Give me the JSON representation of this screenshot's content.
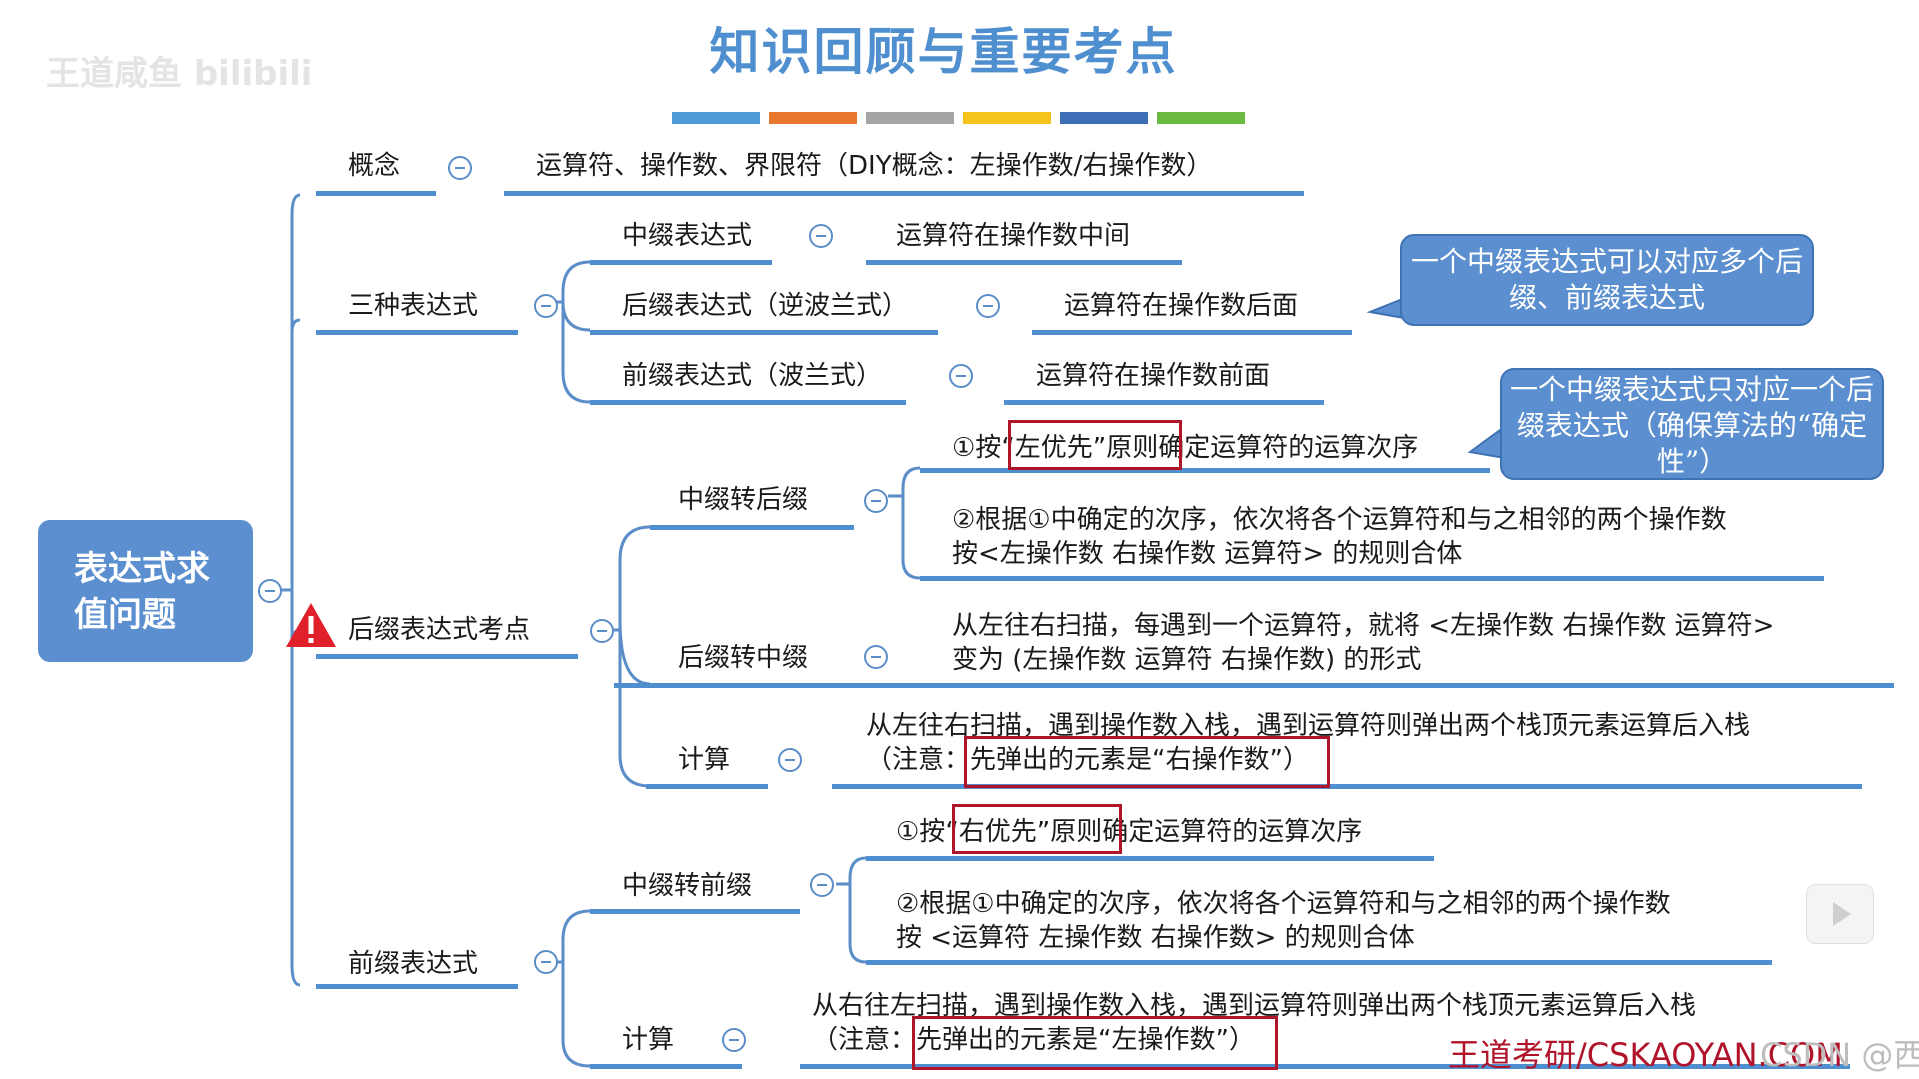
{
  "title": "知识回顾与重要考点",
  "watermark": "王道咸鱼 bilibili",
  "palette": [
    "#4f9bd8",
    "#e8772e",
    "#a5a5a5",
    "#f5c31c",
    "#3f6fb6",
    "#6abb3f"
  ],
  "root": "表达式求值问题",
  "branches": {
    "concept": {
      "label": "概念",
      "detail": "运算符、操作数、界限符（DIY概念：左操作数/右操作数）"
    },
    "three": {
      "label": "三种表达式",
      "infix": {
        "label": "中缀表达式",
        "detail": "运算符在操作数中间"
      },
      "postfix": {
        "label": "后缀表达式（逆波兰式）",
        "detail": "运算符在操作数后面"
      },
      "prefix": {
        "label": "前缀表达式（波兰式）",
        "detail": "运算符在操作数前面"
      }
    },
    "postfix_points": {
      "label": "后缀表达式考点",
      "to_postfix": {
        "label": "中缀转后缀",
        "step1": {
          "pre": "①按",
          "mark": "“左优先”原则",
          "post": "确定运算符的运算次序"
        },
        "step2": [
          "②根据①中确定的次序，依次将各个运算符和与之相邻的两个操作数",
          "按<左操作数  右操作数  运算符> 的规则合体"
        ]
      },
      "to_infix": {
        "label": "后缀转中缀",
        "detail": [
          "从左往右扫描，每遇到一个运算符，就将 <左操作数  右操作数  运算符>",
          "变为 (左操作数  运算符  右操作数) 的形式"
        ]
      },
      "calc": {
        "label": "计算",
        "line1": "从左往右扫描，遇到操作数入栈，遇到运算符则弹出两个栈顶元素运算后入栈",
        "note_pre": "（注意：",
        "note_mark": "先弹出的元素是“右操作数”）"
      }
    },
    "prefix": {
      "label": "前缀表达式",
      "to_prefix": {
        "label": "中缀转前缀",
        "step1": {
          "pre": "①按",
          "mark": "“右优先”原则",
          "post": "确定运算符的运算次序"
        },
        "step2": [
          "②根据①中确定的次序，依次将各个运算符和与之相邻的两个操作数",
          "按 <运算符  左操作数  右操作数> 的规则合体"
        ]
      },
      "calc": {
        "label": "计算",
        "line1": "从右往左扫描，遇到操作数入栈，遇到运算符则弹出两个栈顶元素运算后入栈",
        "note_pre": "（注意：",
        "note_mark": "先弹出的元素是“左操作数”）"
      }
    }
  },
  "callouts": {
    "one_to_many": "一个中缀表达式可以对应多个后缀、前缀表达式",
    "one_to_one": "一个中缀表达式只对应一个后缀表达式（确保算法的“确定性”）"
  },
  "footer": "王道考研/CSKAOYAN.COM",
  "footer_overlay": "CSDN @西木九拌面"
}
